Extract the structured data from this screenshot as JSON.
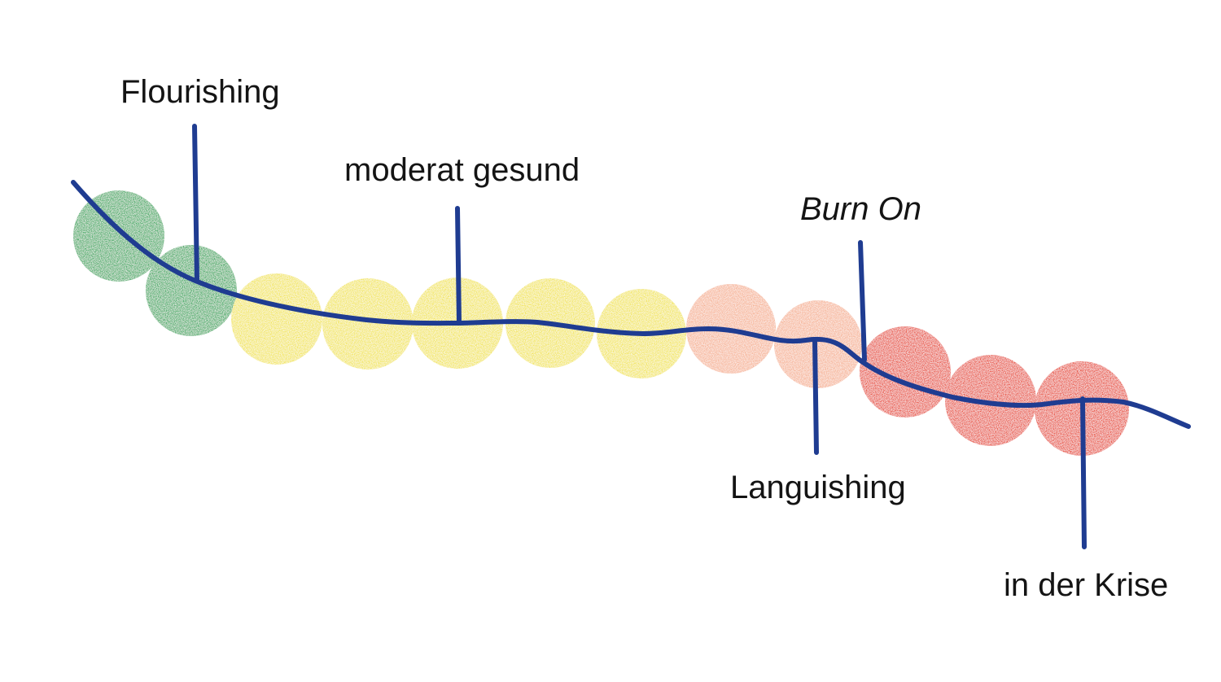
{
  "diagram": {
    "colors": {
      "line": "#1f3c91",
      "green": "#2ea85a",
      "yellow": "#f2e54b",
      "peach": "#f6b192",
      "red": "#e8432a"
    },
    "dots": [
      "green",
      "green",
      "yellow",
      "yellow",
      "yellow",
      "yellow",
      "yellow",
      "peach",
      "peach",
      "red",
      "red",
      "red"
    ],
    "labels": {
      "flourishing": "Flourishing",
      "moderat_gesund": "moderat gesund",
      "burn_on": "Burn On",
      "languishing": "Languishing",
      "in_der_krise": "in der Krise"
    }
  }
}
